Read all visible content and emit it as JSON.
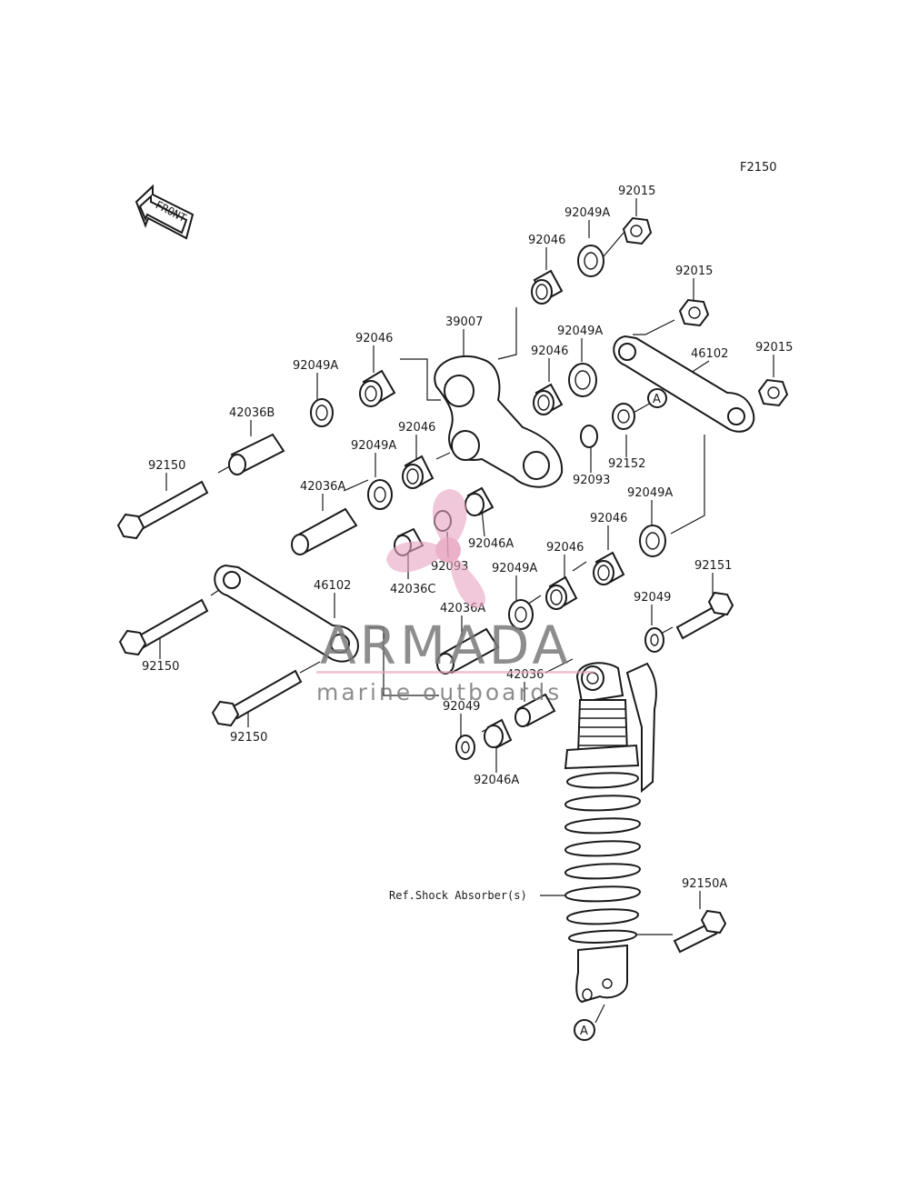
{
  "figure_code": "F2150",
  "front_label": "FRONT",
  "ref_label": "Ref.Shock Absorber(s)",
  "ref_marker": "A",
  "watermark": {
    "line1": "ARMADA",
    "line2": "marine outboards",
    "text_color": "#7a7a7a",
    "accent_color": "#e8a4c0"
  },
  "callouts": {
    "p92015_top": "92015",
    "p92049A_top": "92049A",
    "p92046_top": "92046",
    "p92015_mid": "92015",
    "p39007": "39007",
    "p92049A_r1": "92049A",
    "p92046_left": "92046",
    "p92046_mid": "92046",
    "p46102_top": "46102",
    "p92015_right": "92015",
    "p92049A_left": "92049A",
    "p42036B": "42036B",
    "p92046_center": "92046",
    "p92049A_center": "92049A",
    "p92152": "92152",
    "p92093_right": "92093",
    "p92150_top": "92150",
    "p42036A_left": "42036A",
    "p92049A_r2": "92049A",
    "p92046_r2": "92046",
    "p92046A_mid": "92046A",
    "p92093_center": "92093",
    "p92046_r3": "92046",
    "p92151": "92151",
    "p42036C": "42036C",
    "p92049A_r3": "92049A",
    "p46102_bottom": "46102",
    "p42036A_center": "42036A",
    "p92049_right": "92049",
    "p92150_mid": "92150",
    "p42036": "42036",
    "p92150_bottom": "92150",
    "p92049_bottom": "92049",
    "p92046A_bottom": "92046A",
    "p92150A": "92150A"
  }
}
